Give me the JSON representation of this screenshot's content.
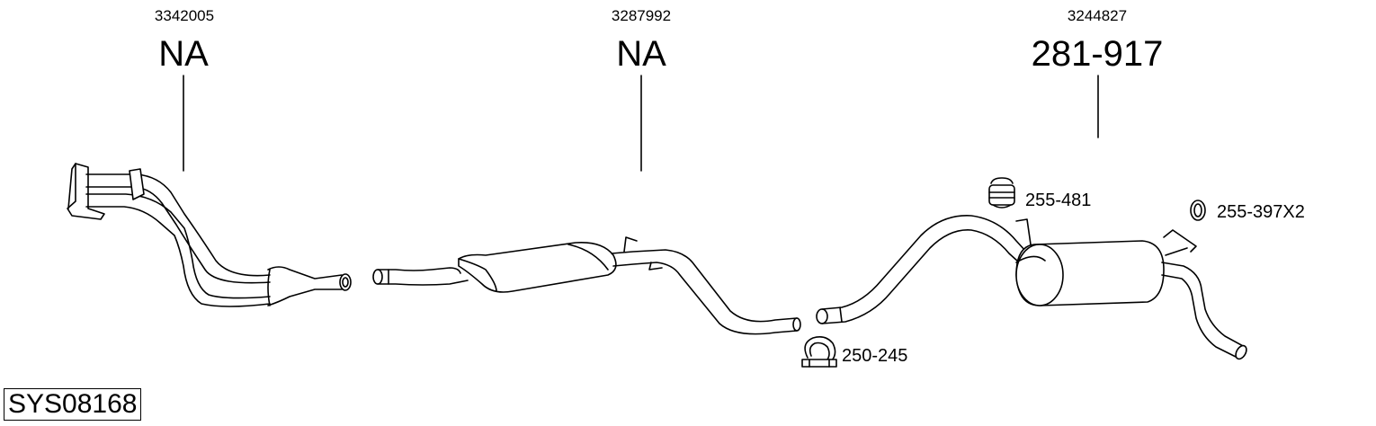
{
  "diagram": {
    "system_code": "SYS08168",
    "sections": [
      {
        "ref": "3342005",
        "part": "NA"
      },
      {
        "ref": "3287992",
        "part": "NA"
      },
      {
        "ref": "3244827",
        "part": "281-917"
      }
    ],
    "accessories": [
      {
        "part": "255-481"
      },
      {
        "part": "255-397X2"
      },
      {
        "part": "250-245"
      }
    ]
  }
}
